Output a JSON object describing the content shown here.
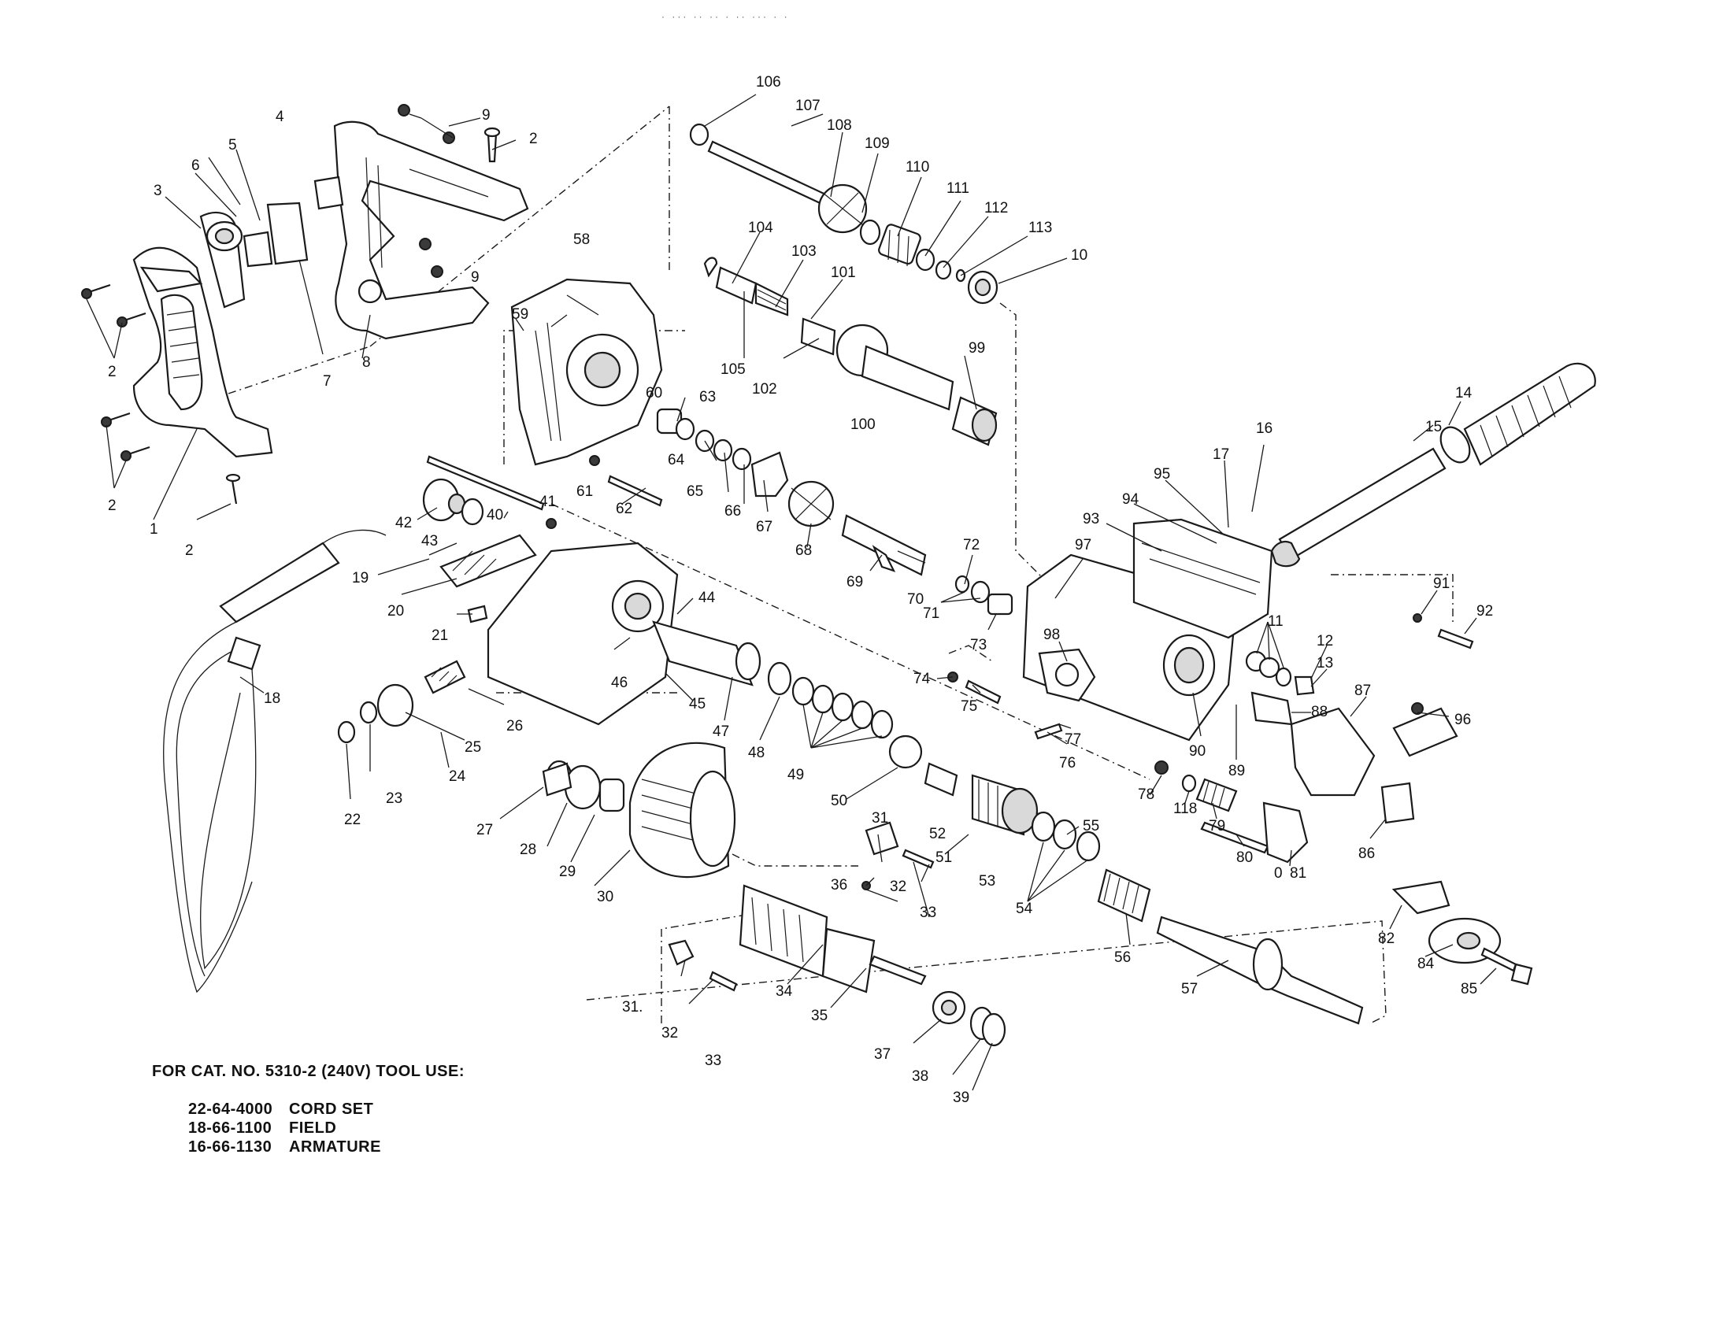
{
  "top_mark": "· ··· ·· ··   ·     ·· ··· · ·",
  "note": {
    "heading": "FOR CAT. NO. 5310-2 (240V) TOOL USE:",
    "parts": [
      {
        "number": "22-64-4000",
        "name": "CORD SET"
      },
      {
        "number": "18-66-1100",
        "name": "FIELD"
      },
      {
        "number": "16-66-1130",
        "name": "ARMATURE"
      }
    ]
  },
  "callouts": [
    {
      "id": "c106",
      "text": "106"
    },
    {
      "id": "c107",
      "text": "107"
    },
    {
      "id": "c108",
      "text": "108"
    },
    {
      "id": "c109",
      "text": "109"
    },
    {
      "id": "c110",
      "text": "110"
    },
    {
      "id": "c111",
      "text": "111"
    },
    {
      "id": "c112",
      "text": "112"
    },
    {
      "id": "c113",
      "text": "113"
    },
    {
      "id": "c10",
      "text": "10"
    },
    {
      "id": "c104",
      "text": "104"
    },
    {
      "id": "c103",
      "text": "103"
    },
    {
      "id": "c101",
      "text": "101"
    },
    {
      "id": "c105",
      "text": "105"
    },
    {
      "id": "c102",
      "text": "102"
    },
    {
      "id": "c100",
      "text": "100"
    },
    {
      "id": "c99",
      "text": "99"
    },
    {
      "id": "c58",
      "text": "58"
    },
    {
      "id": "c59",
      "text": "59"
    },
    {
      "id": "c60",
      "text": "60"
    },
    {
      "id": "c63",
      "text": "63"
    },
    {
      "id": "c64",
      "text": "64"
    },
    {
      "id": "c65",
      "text": "65"
    },
    {
      "id": "c66",
      "text": "66"
    },
    {
      "id": "c67",
      "text": "67"
    },
    {
      "id": "c68",
      "text": "68"
    },
    {
      "id": "c61",
      "text": "61"
    },
    {
      "id": "c62",
      "text": "62"
    },
    {
      "id": "c9a",
      "text": "9"
    },
    {
      "id": "c9b",
      "text": "9"
    },
    {
      "id": "c2a",
      "text": "2"
    },
    {
      "id": "c4",
      "text": "4"
    },
    {
      "id": "c5",
      "text": "5"
    },
    {
      "id": "c6",
      "text": "6"
    },
    {
      "id": "c3",
      "text": "3"
    },
    {
      "id": "c7",
      "text": "7"
    },
    {
      "id": "c8",
      "text": "8"
    },
    {
      "id": "c2b",
      "text": "2"
    },
    {
      "id": "c2c",
      "text": "2"
    },
    {
      "id": "c1",
      "text": "1"
    },
    {
      "id": "c2d",
      "text": "2"
    },
    {
      "id": "c42",
      "text": "42"
    },
    {
      "id": "c40",
      "text": "40"
    },
    {
      "id": "c41",
      "text": "41"
    },
    {
      "id": "c43",
      "text": "43"
    },
    {
      "id": "c19",
      "text": "19"
    },
    {
      "id": "c20",
      "text": "20"
    },
    {
      "id": "c21",
      "text": "21"
    },
    {
      "id": "c18",
      "text": "18"
    },
    {
      "id": "c44",
      "text": "44"
    },
    {
      "id": "c46",
      "text": "46"
    },
    {
      "id": "c45",
      "text": "45"
    },
    {
      "id": "c26",
      "text": "26"
    },
    {
      "id": "c25",
      "text": "25"
    },
    {
      "id": "c24",
      "text": "24"
    },
    {
      "id": "c23",
      "text": "23"
    },
    {
      "id": "c22",
      "text": "22"
    },
    {
      "id": "c47",
      "text": "47"
    },
    {
      "id": "c48",
      "text": "48"
    },
    {
      "id": "c49",
      "text": "49"
    },
    {
      "id": "c50",
      "text": "50"
    },
    {
      "id": "c27",
      "text": "27"
    },
    {
      "id": "c28",
      "text": "28"
    },
    {
      "id": "c29",
      "text": "29"
    },
    {
      "id": "c30",
      "text": "30"
    },
    {
      "id": "c31a",
      "text": "31"
    },
    {
      "id": "c32a",
      "text": "32"
    },
    {
      "id": "c33a",
      "text": "33"
    },
    {
      "id": "c36",
      "text": "36"
    },
    {
      "id": "c52",
      "text": "52"
    },
    {
      "id": "c51",
      "text": "51"
    },
    {
      "id": "c53",
      "text": "53"
    },
    {
      "id": "c55",
      "text": "55"
    },
    {
      "id": "c54",
      "text": "54"
    },
    {
      "id": "c56",
      "text": "56"
    },
    {
      "id": "c57",
      "text": "57"
    },
    {
      "id": "c34",
      "text": "34"
    },
    {
      "id": "c35",
      "text": "35"
    },
    {
      "id": "c31b",
      "text": "31."
    },
    {
      "id": "c32b",
      "text": "32"
    },
    {
      "id": "c33b",
      "text": "33"
    },
    {
      "id": "c37",
      "text": "37"
    },
    {
      "id": "c38",
      "text": "38"
    },
    {
      "id": "c39",
      "text": "39"
    },
    {
      "id": "c69",
      "text": "69"
    },
    {
      "id": "c70",
      "text": "70"
    },
    {
      "id": "c72",
      "text": "72"
    },
    {
      "id": "c71",
      "text": "71"
    },
    {
      "id": "c73",
      "text": "73"
    },
    {
      "id": "c74",
      "text": "74"
    },
    {
      "id": "c75",
      "text": "75"
    },
    {
      "id": "c76",
      "text": "76"
    },
    {
      "id": "c77",
      "text": "77"
    },
    {
      "id": "c93",
      "text": "93"
    },
    {
      "id": "c94",
      "text": "94"
    },
    {
      "id": "c95",
      "text": "95"
    },
    {
      "id": "c17",
      "text": "17"
    },
    {
      "id": "c16",
      "text": "16"
    },
    {
      "id": "c97",
      "text": "97"
    },
    {
      "id": "c98",
      "text": "98"
    },
    {
      "id": "c90",
      "text": "90"
    },
    {
      "id": "c89",
      "text": "89"
    },
    {
      "id": "c11",
      "text": "11"
    },
    {
      "id": "c12",
      "text": "12"
    },
    {
      "id": "c13",
      "text": "13"
    },
    {
      "id": "c88",
      "text": "88"
    },
    {
      "id": "c14",
      "text": "14"
    },
    {
      "id": "c15",
      "text": "15"
    },
    {
      "id": "c91",
      "text": "91"
    },
    {
      "id": "c92",
      "text": "92"
    },
    {
      "id": "c87",
      "text": "87"
    },
    {
      "id": "c96",
      "text": "96"
    },
    {
      "id": "c78",
      "text": "78"
    },
    {
      "id": "c118",
      "text": "118"
    },
    {
      "id": "c79",
      "text": "79"
    },
    {
      "id": "c80",
      "text": "80"
    },
    {
      "id": "c0",
      "text": "0"
    },
    {
      "id": "c81",
      "text": "81"
    },
    {
      "id": "c86",
      "text": "86"
    },
    {
      "id": "c82",
      "text": "82"
    },
    {
      "id": "c84",
      "text": "84"
    },
    {
      "id": "c85",
      "text": "85"
    }
  ]
}
